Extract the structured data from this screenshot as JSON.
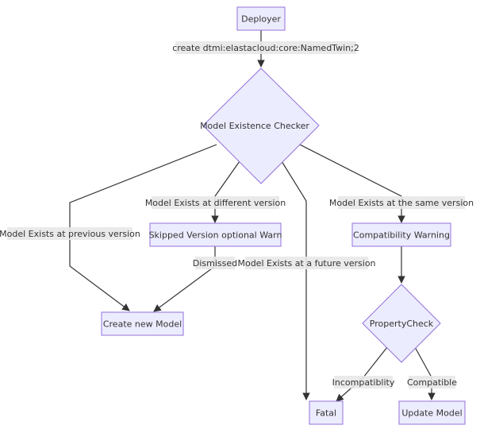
{
  "nodes": {
    "deployer": "Deployer",
    "model_existence_checker": "Model Existence Checker",
    "skipped_version_warn": "Skipped Version optional Warn",
    "compatibility_warning": "Compatibility Warning",
    "create_new_model": "Create new Model",
    "property_check": "PropertyCheck",
    "fatal": "Fatal",
    "update_model": "Update Model"
  },
  "edges": {
    "create": "create dtmi:elastacloud:core:NamedTwin;2",
    "previous_version": "Model Exists at previous version",
    "different_version": "Model Exists at different version",
    "same_version": "Model Exists at the same version",
    "dismissed": "Dismissed",
    "future_version": "Model Exists at a future version",
    "incompatible": "Incompatiblity",
    "compatible": "Compatible"
  },
  "colors": {
    "node_fill": "#ECECFF",
    "node_stroke": "#9370DB",
    "edge": "#333333",
    "label_bg": "#e8e8e8"
  }
}
